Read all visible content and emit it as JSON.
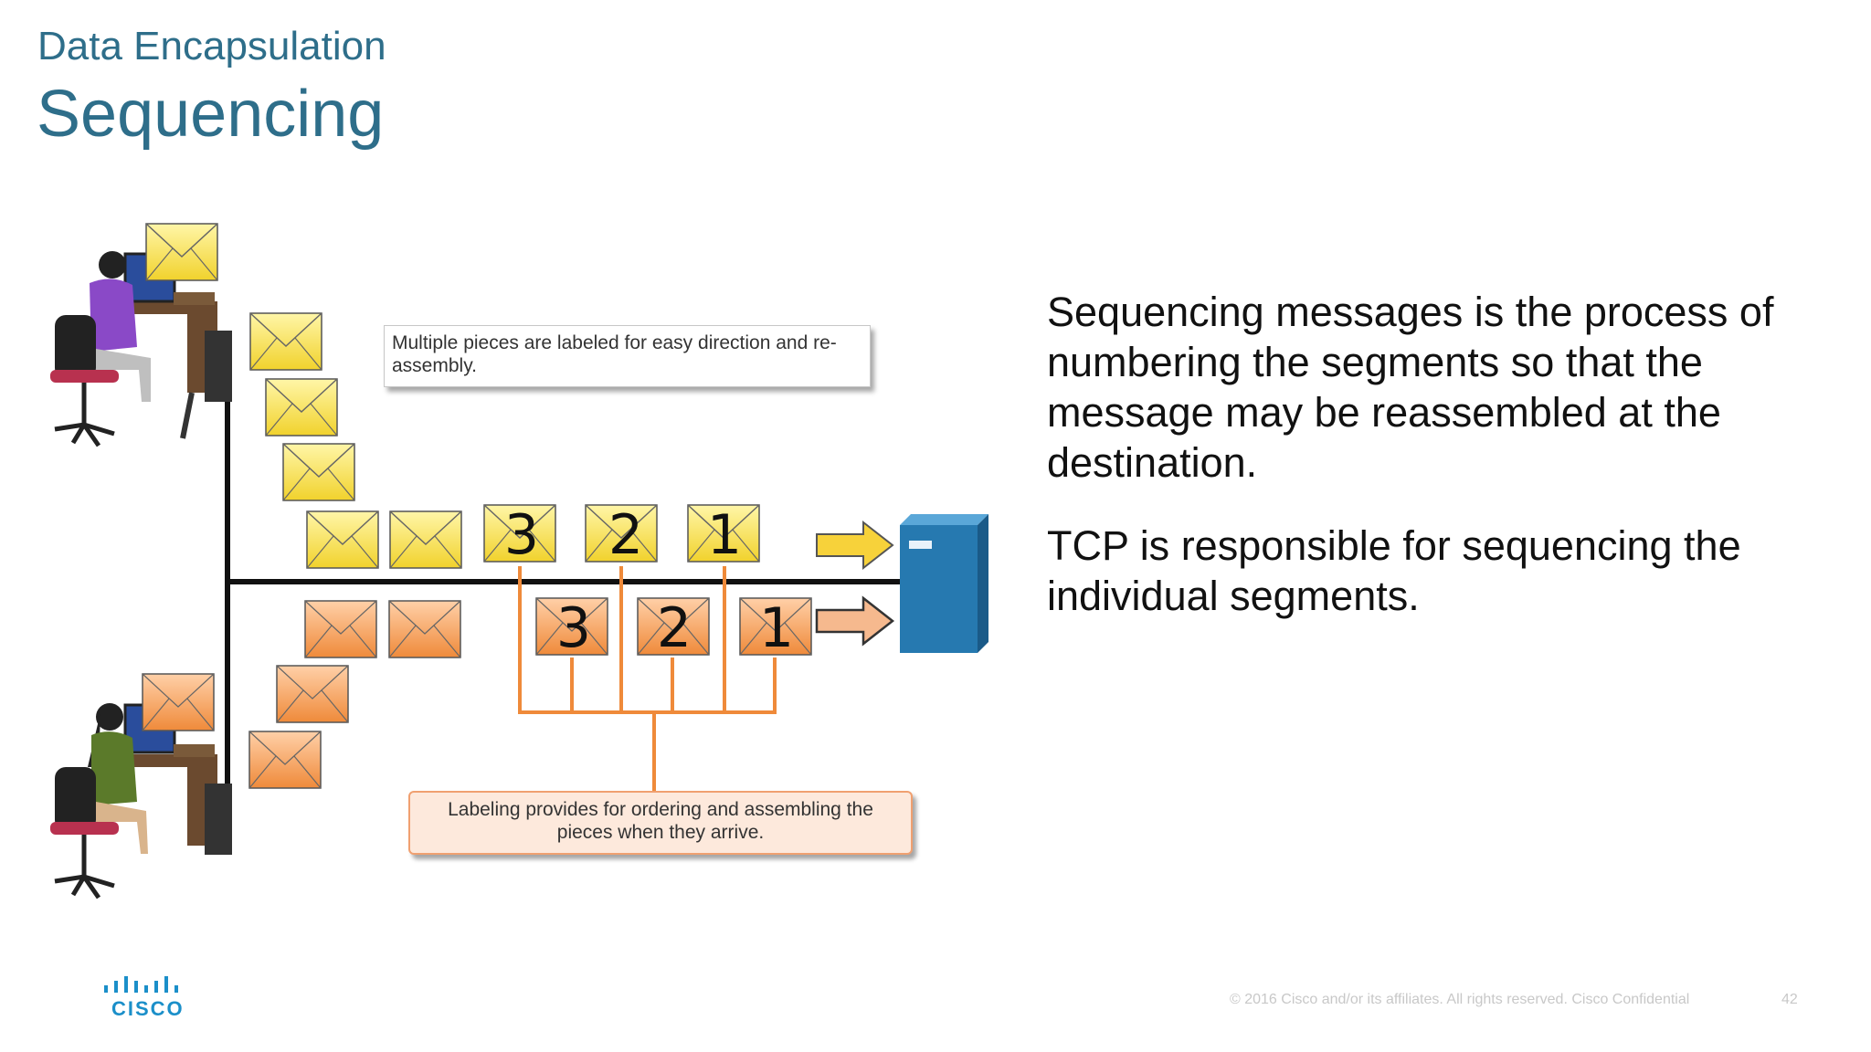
{
  "header": {
    "subtitle": "Data Encapsulation",
    "title": "Sequencing"
  },
  "body": {
    "paragraphs": [
      "Sequencing messages is the process of numbering the segments so that the message may be reassembled at the destination.",
      "TCP is responsible for sequencing the individual segments."
    ]
  },
  "diagram": {
    "callout_top": "Multiple pieces are labeled for easy direction and re-assembly.",
    "callout_bottom": "Labeling provides for ordering and assembling the pieces when they arrive.",
    "yellow_labels": [
      "3",
      "2",
      "1"
    ],
    "orange_labels": [
      "3",
      "2",
      "1"
    ],
    "colors": {
      "yellow_envelope": "#f7e046",
      "orange_envelope": "#f39a52",
      "server": "#2679b0",
      "orange_line": "#ef8a3a"
    }
  },
  "footer": {
    "logo_word": "CISCO",
    "copyright": "© 2016  Cisco and/or its affiliates. All rights reserved.   Cisco Confidential",
    "page_number": "42"
  },
  "icons": [
    "person-at-computer-icon",
    "envelope-icon",
    "server-icon",
    "arrow-right-icon",
    "cisco-logo"
  ]
}
